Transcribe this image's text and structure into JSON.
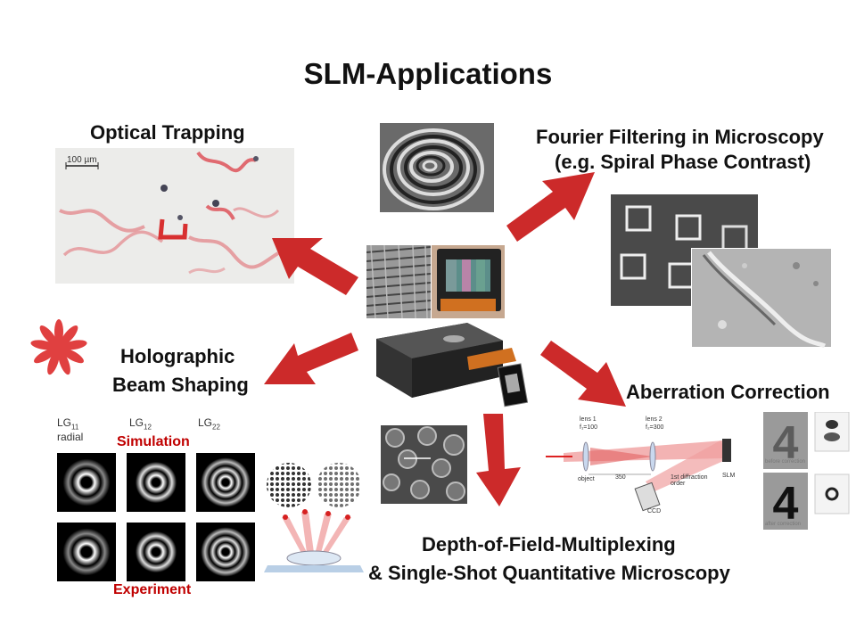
{
  "title": "SLM-Applications",
  "labels": {
    "optical_trapping": "Optical Trapping",
    "fourier_line1": "Fourier Filtering in Microscopy",
    "fourier_line2": "(e.g. Spiral Phase Contrast)",
    "holo_line1": "Holographic",
    "holo_line2": "Beam Shaping",
    "aberration": "Aberration Correction",
    "dof_line1": "Depth-of-Field-Multiplexing",
    "dof_line2": "& Single-Shot Quantitative Microscopy"
  },
  "trapping_image": {
    "scalebar": "100 µm"
  },
  "beam_shaping": {
    "mode_labels": [
      {
        "base": "LG",
        "sub": "11",
        "extra": "radial"
      },
      {
        "base": "LG",
        "sub": "12",
        "extra": ""
      },
      {
        "base": "LG",
        "sub": "22",
        "extra": ""
      }
    ],
    "simulation": "Simulation",
    "experiment": "Experiment"
  },
  "setup": {
    "lens1": "lens 1",
    "f1": "f₁=100",
    "lens2": "lens 2",
    "f2": "f₂=300",
    "object": "object",
    "distance": "350",
    "diffraction": "1st diffraction order",
    "slm": "SLM",
    "ccd": "CCD",
    "before": "before correction",
    "after": "after correction"
  },
  "colors": {
    "arrow": "#cc2a2a",
    "label_red": "#c00000"
  }
}
